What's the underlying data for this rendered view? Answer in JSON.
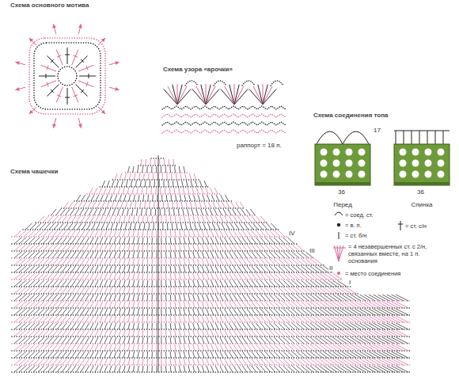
{
  "diagram": {
    "nodes": [
      {
        "text": [
          "Перед"
        ]
      },
      {
        "text": [
          "Спинка"
        ]
      }
    ],
    "labels": [
      "Схема основного мотива",
      "Схема узора «арочки»",
      "раппорт = 18 п.",
      "Схема соединения топа",
      "17",
      "36",
      "36",
      "Схема чашечки",
      "IV",
      "III",
      "II",
      "I"
    ],
    "legend": [
      {
        "text": "= соед. ст."
      },
      {
        "text": "= в. п."
      },
      {
        "text": "= ст. б/н"
      },
      {
        "text": "= ст. с/н"
      },
      {
        "text": "= 4 незавершенных ст. с 2/н, связанных вместе, на 1 п. основания"
      },
      {
        "text": "= место соединения"
      }
    ]
  }
}
